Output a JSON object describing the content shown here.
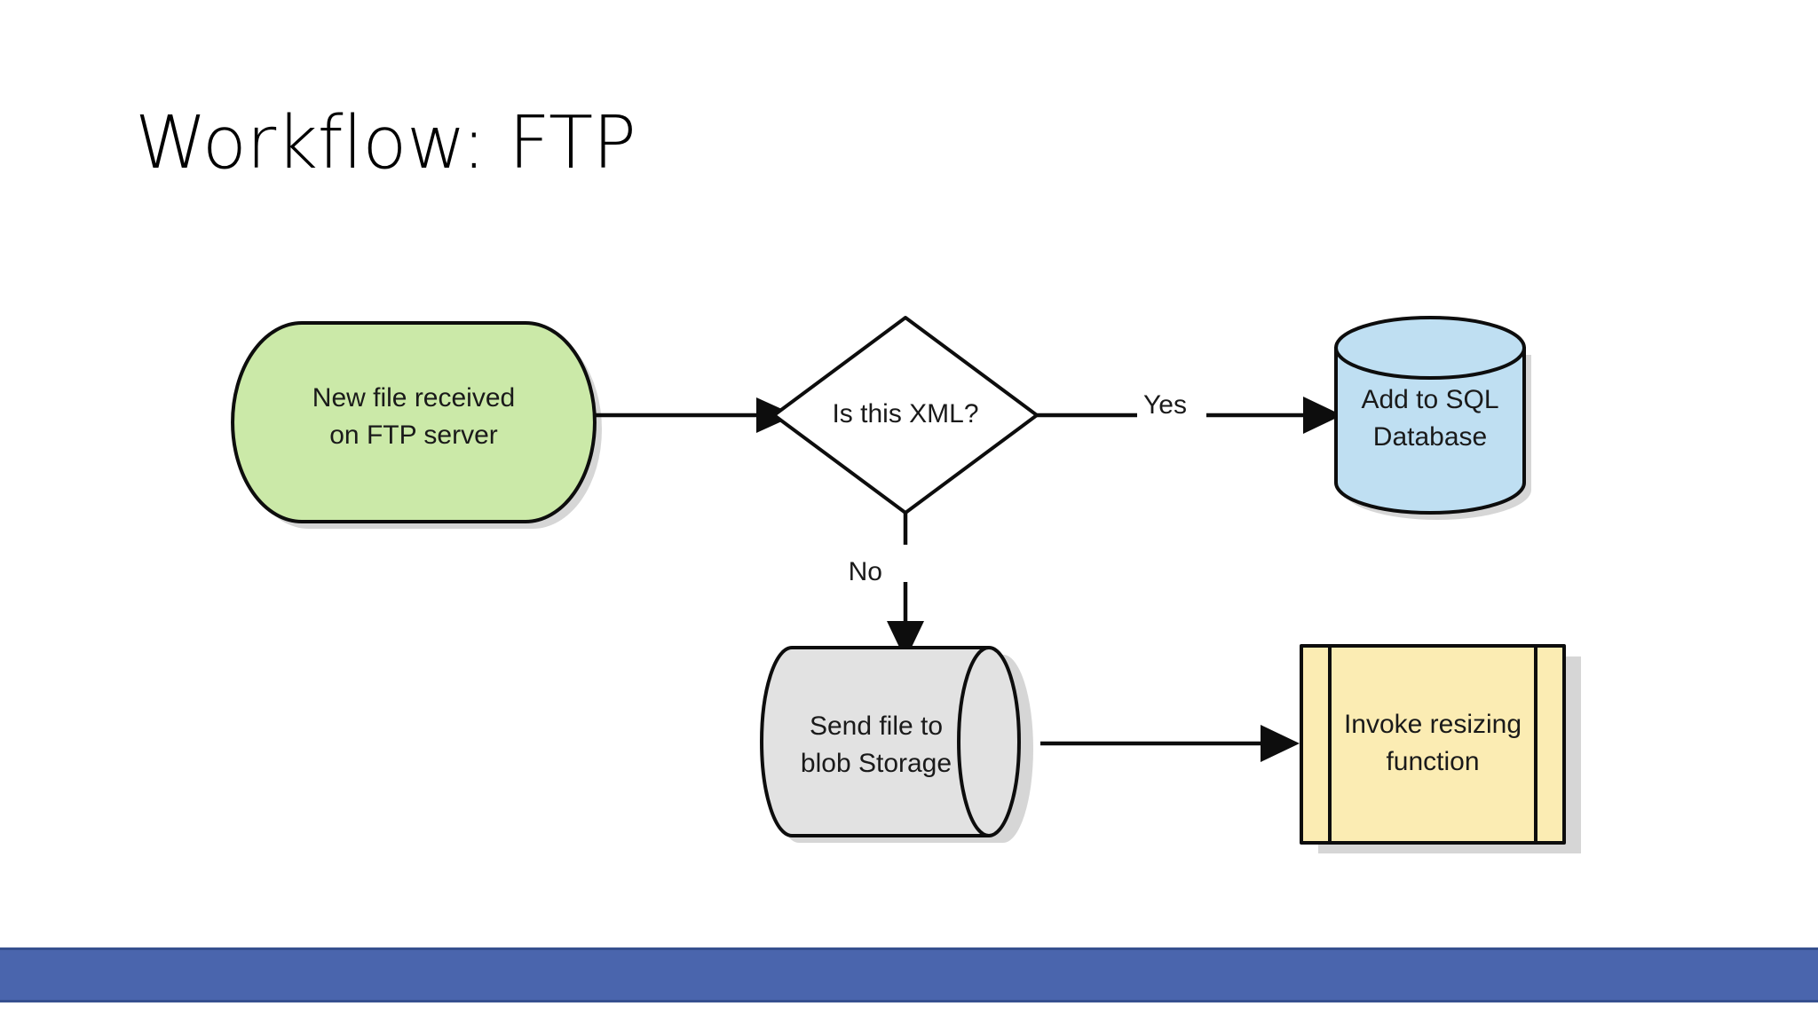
{
  "slide": {
    "title": "Workflow: FTP",
    "background_color": "#ffffff"
  },
  "footer": {
    "color": "#4a65ad",
    "border_color": "#36508f"
  },
  "chart_data": {
    "type": "diagram",
    "diagram_kind": "flowchart",
    "title": "Workflow: FTP",
    "nodes": [
      {
        "id": "ftp-received",
        "label_line1": "New file received",
        "label_line2": "on FTP server",
        "shape": "stored-data",
        "fill": "#cbe9a8",
        "stroke": "#0d0d0d"
      },
      {
        "id": "is-xml",
        "label_line1": "Is this XML?",
        "label_line2": "",
        "shape": "decision-diamond",
        "fill": "#ffffff",
        "stroke": "#0d0d0d"
      },
      {
        "id": "sql-database",
        "label_line1": "Add to SQL",
        "label_line2": "Database",
        "shape": "database-cylinder",
        "fill": "#bfdff2",
        "stroke": "#0d0d0d"
      },
      {
        "id": "blob-storage",
        "label_line1": "Send file to",
        "label_line2": "blob Storage",
        "shape": "horizontal-cylinder",
        "fill": "#e2e2e2",
        "stroke": "#0d0d0d"
      },
      {
        "id": "resize-function",
        "label_line1": "Invoke resizing",
        "label_line2": "function",
        "shape": "predefined-process",
        "fill": "#fbecb3",
        "stroke": "#0d0d0d"
      }
    ],
    "edges": [
      {
        "from": "ftp-received",
        "to": "is-xml",
        "label": ""
      },
      {
        "from": "is-xml",
        "to": "sql-database",
        "label": "Yes"
      },
      {
        "from": "is-xml",
        "to": "blob-storage",
        "label": "No"
      },
      {
        "from": "blob-storage",
        "to": "resize-function",
        "label": ""
      }
    ]
  }
}
